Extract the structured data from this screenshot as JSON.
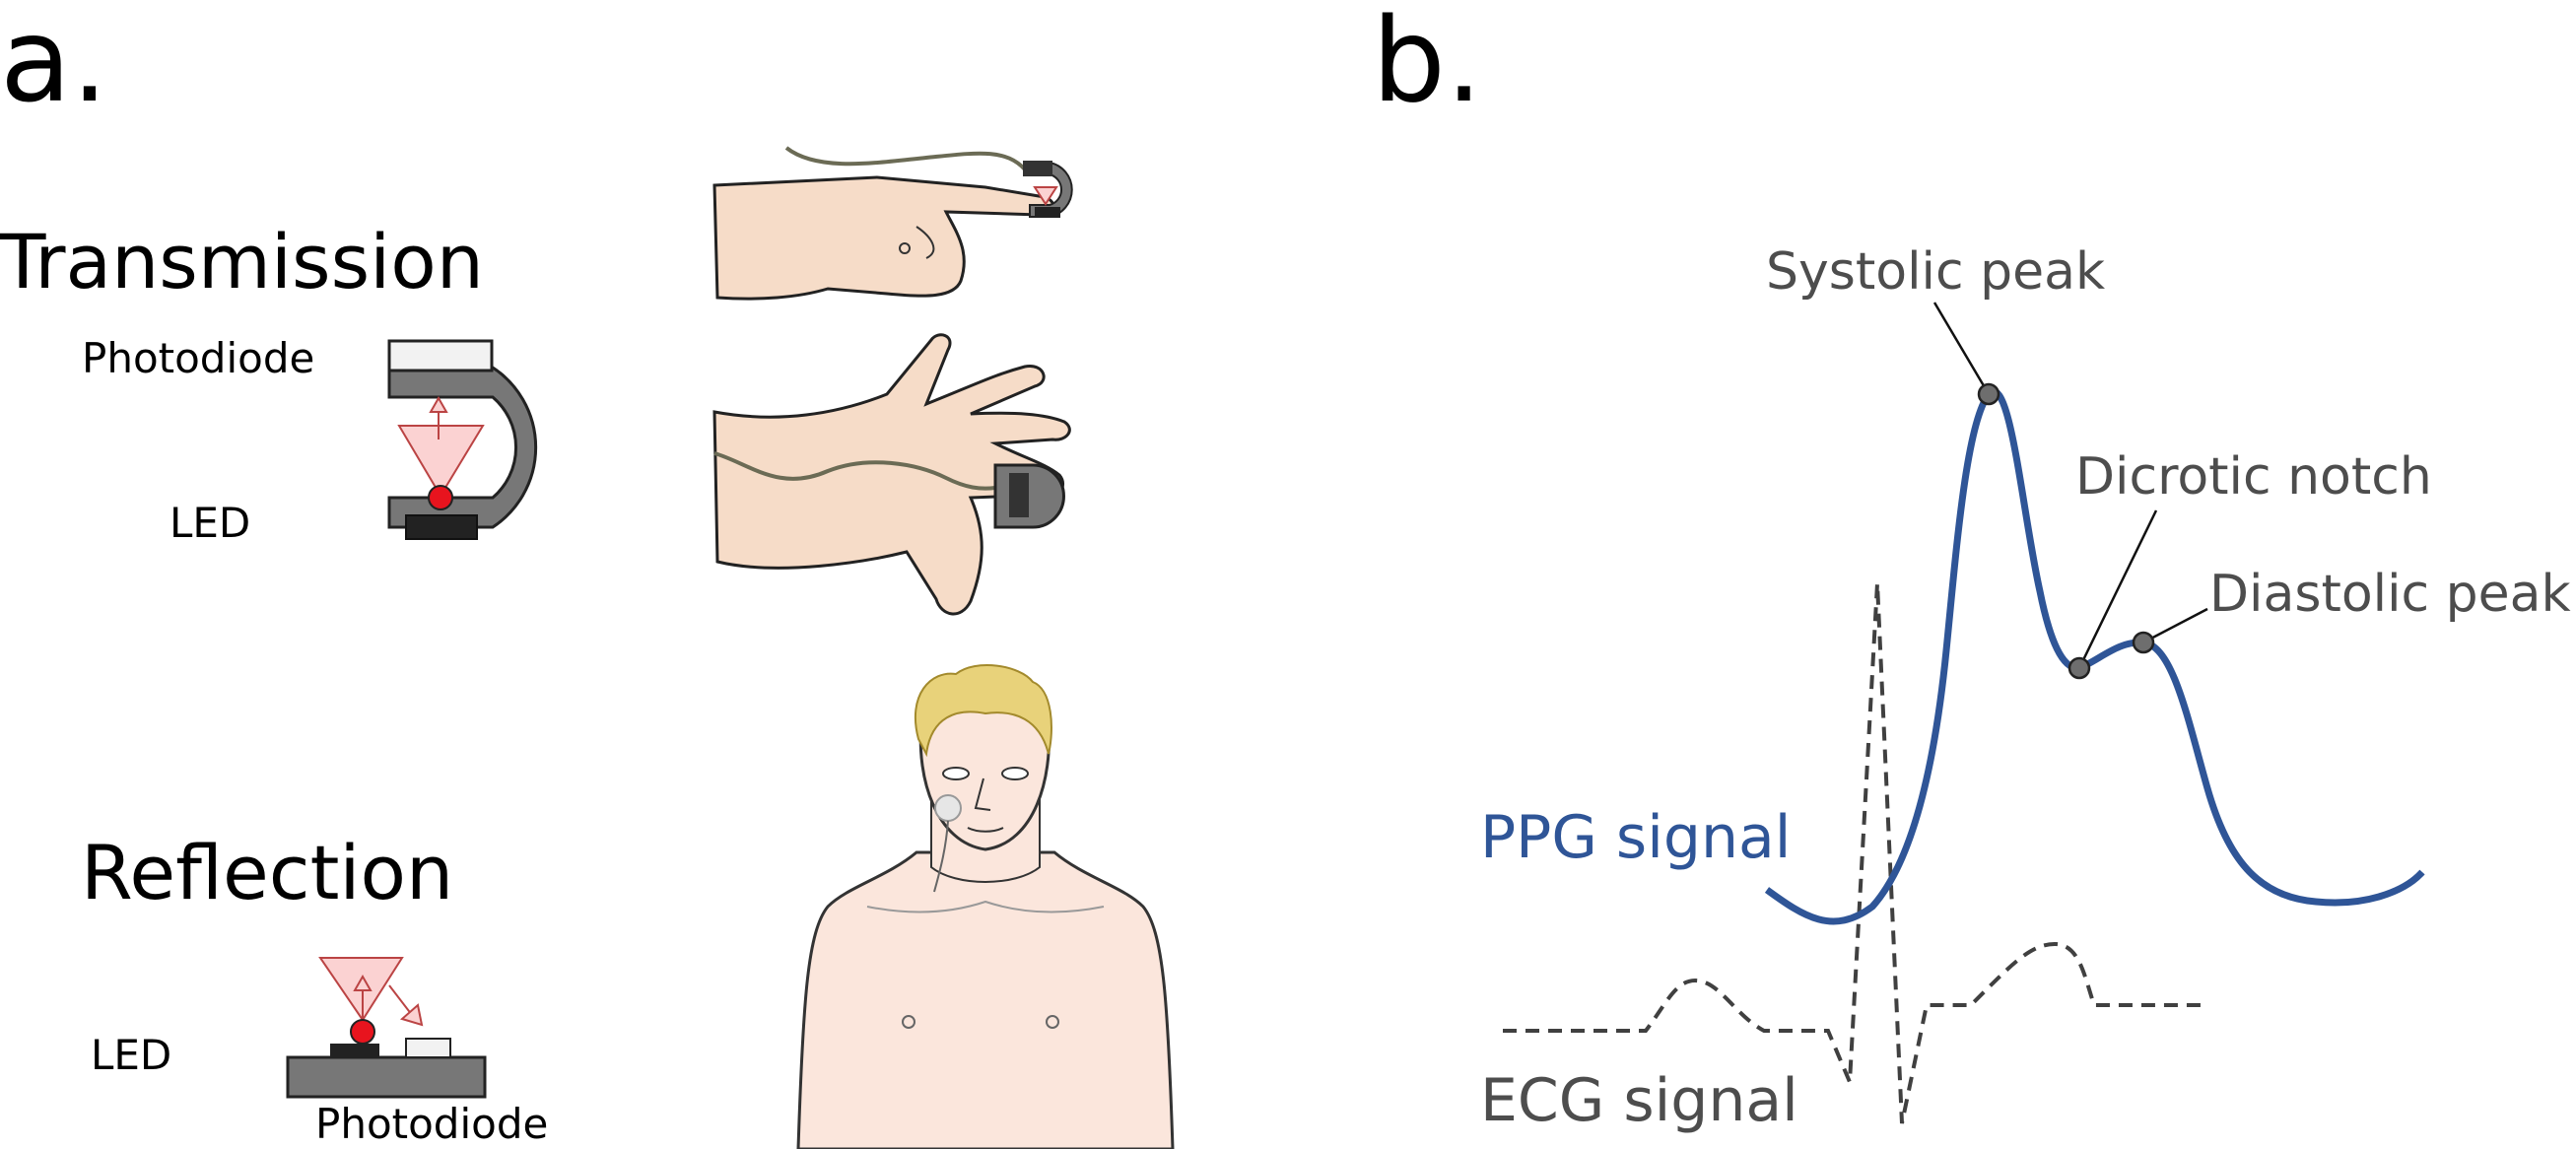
{
  "panel_a": {
    "letter": "a.",
    "transmission": {
      "title": "Transmission",
      "photodiode_label": "Photodiode",
      "led_label": "LED"
    },
    "reflection": {
      "title": "Reflection",
      "led_label": "LED",
      "photodiode_label": "Photodiode"
    }
  },
  "panel_b": {
    "letter": "b.",
    "annotations": {
      "systolic_peak": "Systolic peak",
      "dicrotic_notch": "Dicrotic notch",
      "diastolic_peak": "Diastolic peak"
    },
    "ppg_label": "PPG signal",
    "ecg_label": "ECG signal"
  },
  "colors": {
    "ppg": "#2f5597",
    "ecg": "#404040",
    "skin": "#f6dcc8",
    "sensor": "#777777",
    "led": "#e8141e",
    "light_cone": "#fbd2d2",
    "hair": "#e8d27a",
    "annotation_text": "#4d4d4d"
  }
}
